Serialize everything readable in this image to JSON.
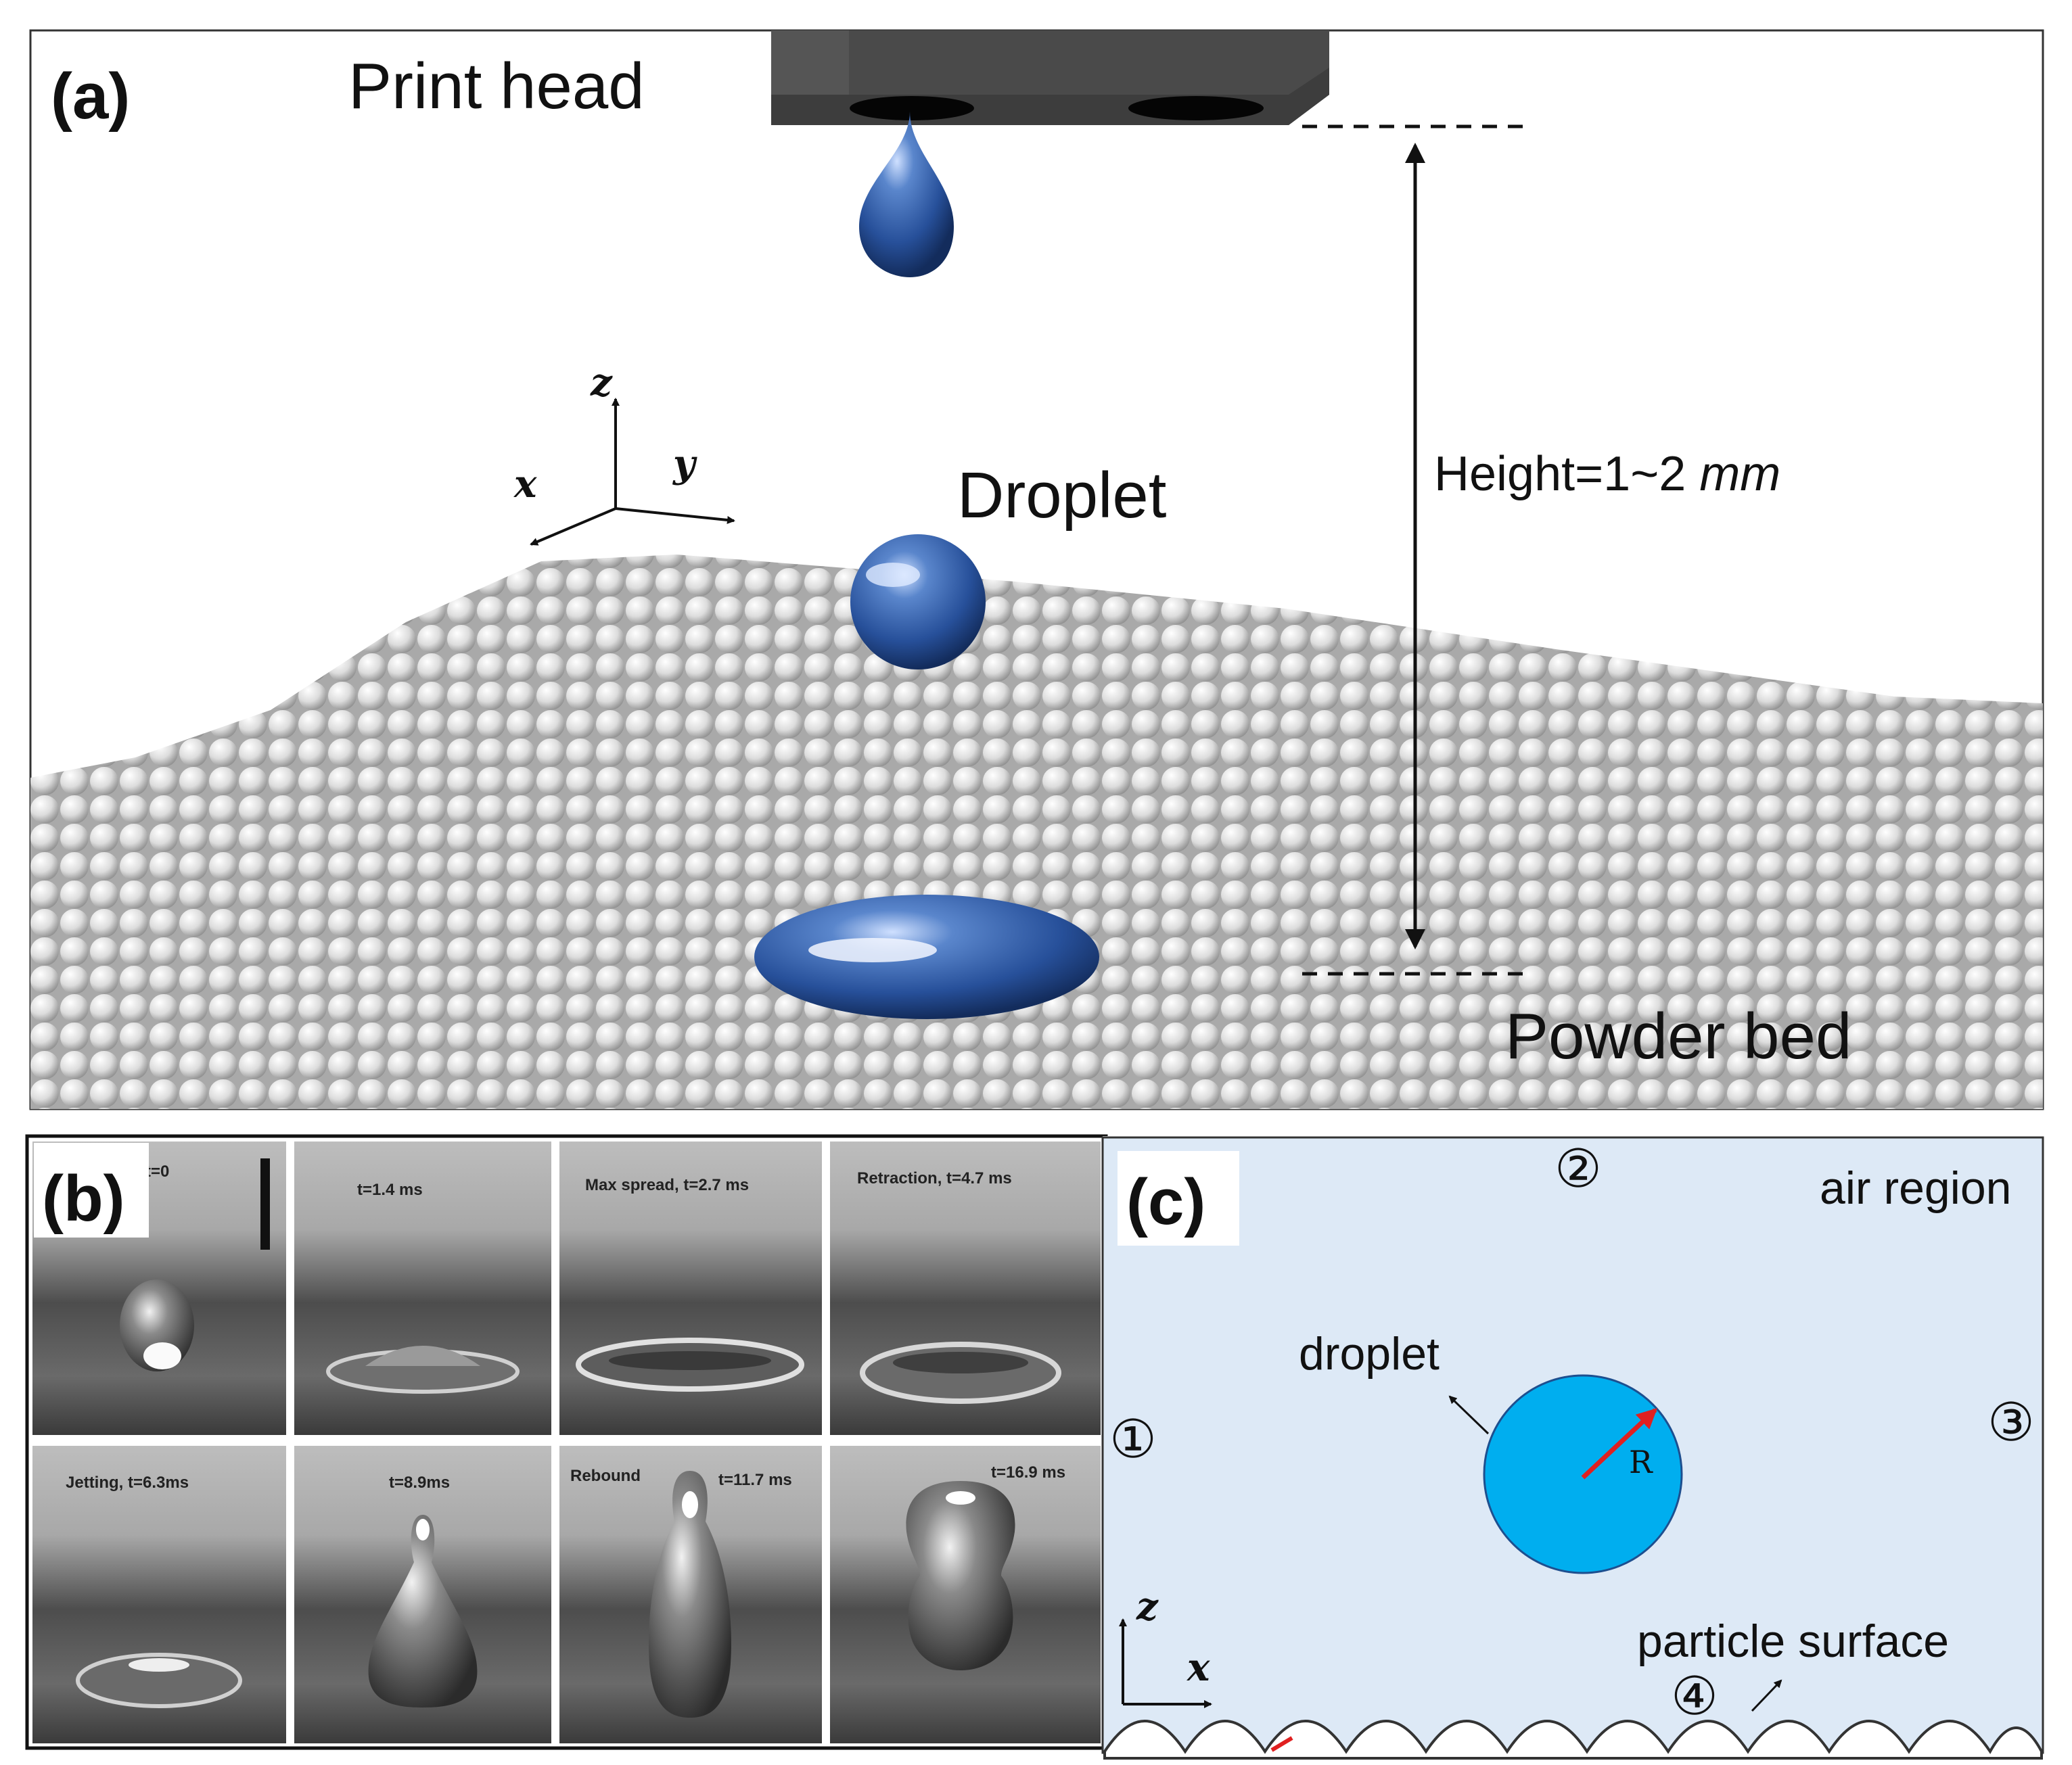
{
  "panel_a": {
    "label": "(a)",
    "print_head_label": "Print head",
    "droplet_label": "Droplet",
    "height_label_prefix": "Height=1~2 ",
    "height_label_unit": "mm",
    "powder_bed_label": "Powder bed",
    "axes": {
      "x": "x",
      "y": "y",
      "z": "z"
    }
  },
  "panel_b": {
    "label": "(b)",
    "frames": [
      {
        "label": "t=0"
      },
      {
        "label": "t=1.4 ms"
      },
      {
        "label": "Max spread, t=2.7 ms"
      },
      {
        "label": "Retraction, t=4.7 ms"
      },
      {
        "label": "Jetting, t=6.3ms"
      },
      {
        "label": "t=8.9ms"
      },
      {
        "label": "Rebound",
        "label2": "t=11.7 ms"
      },
      {
        "label": "t=16.9 ms"
      }
    ]
  },
  "panel_c": {
    "label": "(c)",
    "air_region_label": "air region",
    "droplet_label": "droplet",
    "radius_label": "R",
    "particle_surface_label": "particle surface",
    "boundary_markers": [
      "①",
      "②",
      "③",
      "④"
    ],
    "axes": {
      "x": "x",
      "z": "z"
    },
    "colors": {
      "background": "#dde9f6",
      "droplet": "#00aeef",
      "radius_arrow": "#e02020"
    }
  }
}
